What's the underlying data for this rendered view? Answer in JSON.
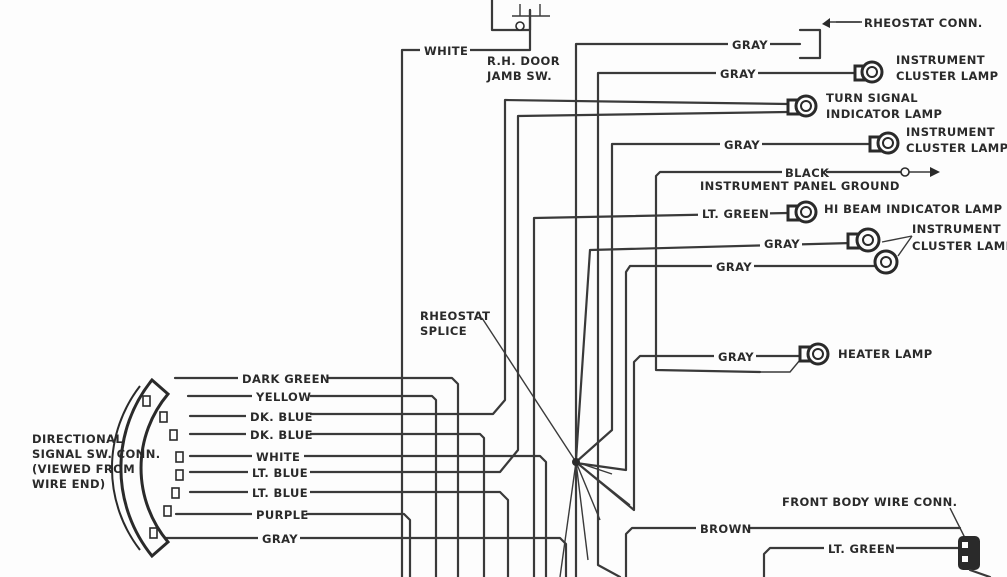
{
  "labels": {
    "rh_door_jamb_sw": [
      "R.H. DOOR",
      "JAMB SW."
    ],
    "rheostat_conn": "RHEOSTAT CONN.",
    "instrument_cluster_lamp_1": [
      "INSTRUMENT",
      "CLUSTER LAMP"
    ],
    "turn_signal_indicator_lamp": [
      "TURN SIGNAL",
      "INDICATOR LAMP"
    ],
    "instrument_cluster_lamp_2": [
      "INSTRUMENT",
      "CLUSTER LAMP"
    ],
    "instrument_panel_ground": "INSTRUMENT PANEL GROUND",
    "hi_beam_indicator_lamp": "HI BEAM INDICATOR LAMP",
    "instrument_cluster_lamp_3": [
      "INSTRUMENT",
      "CLUSTER LAMP"
    ],
    "heater_lamp": "HEATER LAMP",
    "rheostat_splice": [
      "RHEOSTAT",
      "SPLICE"
    ],
    "directional_signal_sw_conn": [
      "DIRECTIONAL",
      "SIGNAL SW. CONN.",
      "(VIEWED FROM",
      "WIRE END)"
    ],
    "front_body_wire_conn": "FRONT BODY WIRE CONN."
  },
  "wires": {
    "white_top": "WHITE",
    "gray_rheostat": "GRAY",
    "gray_cluster_1": "GRAY",
    "gray_cluster_2": "GRAY",
    "black_ground": "BLACK",
    "lt_green_hibeam": "LT. GREEN",
    "gray_cluster_3a": "GRAY",
    "gray_cluster_3b": "GRAY",
    "gray_heater": "GRAY",
    "dark_green": "DARK GREEN",
    "yellow": "YELLOW",
    "dk_blue_1": "DK. BLUE",
    "dk_blue_2": "DK. BLUE",
    "white_conn": "WHITE",
    "lt_blue_1": "LT. BLUE",
    "lt_blue_2": "LT. BLUE",
    "purple": "PURPLE",
    "gray_conn": "GRAY",
    "brown": "BROWN",
    "lt_green_front": "LT. GREEN"
  }
}
